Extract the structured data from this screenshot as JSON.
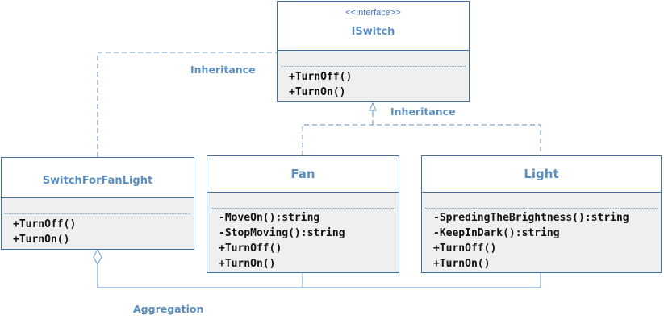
{
  "interface": {
    "stereotype": "<<Interface>>",
    "name": "ISwitch",
    "members": [
      "+TurnOff()",
      "+TurnOn()"
    ]
  },
  "switch_class": {
    "name": "SwitchForFanLight",
    "members": [
      "+TurnOff()",
      "+TurnOn()"
    ]
  },
  "fan_class": {
    "name": "Fan",
    "members": [
      "-MoveOn():string",
      "-StopMoving():string",
      "+TurnOff()",
      "+TurnOn()"
    ]
  },
  "light_class": {
    "name": "Light",
    "members": [
      "-SpredingTheBrightness():string",
      "-KeepInDark():string",
      "+TurnOff()",
      "+TurnOn()"
    ]
  },
  "relations": {
    "inheritance_left": "Inheritance",
    "inheritance_center": "Inheritance",
    "aggregation": "Aggregation"
  },
  "colors": {
    "border": "#41719c",
    "connector": "#7aa7cf",
    "title_text": "#5b8fc2",
    "body_fill": "#efefef"
  }
}
